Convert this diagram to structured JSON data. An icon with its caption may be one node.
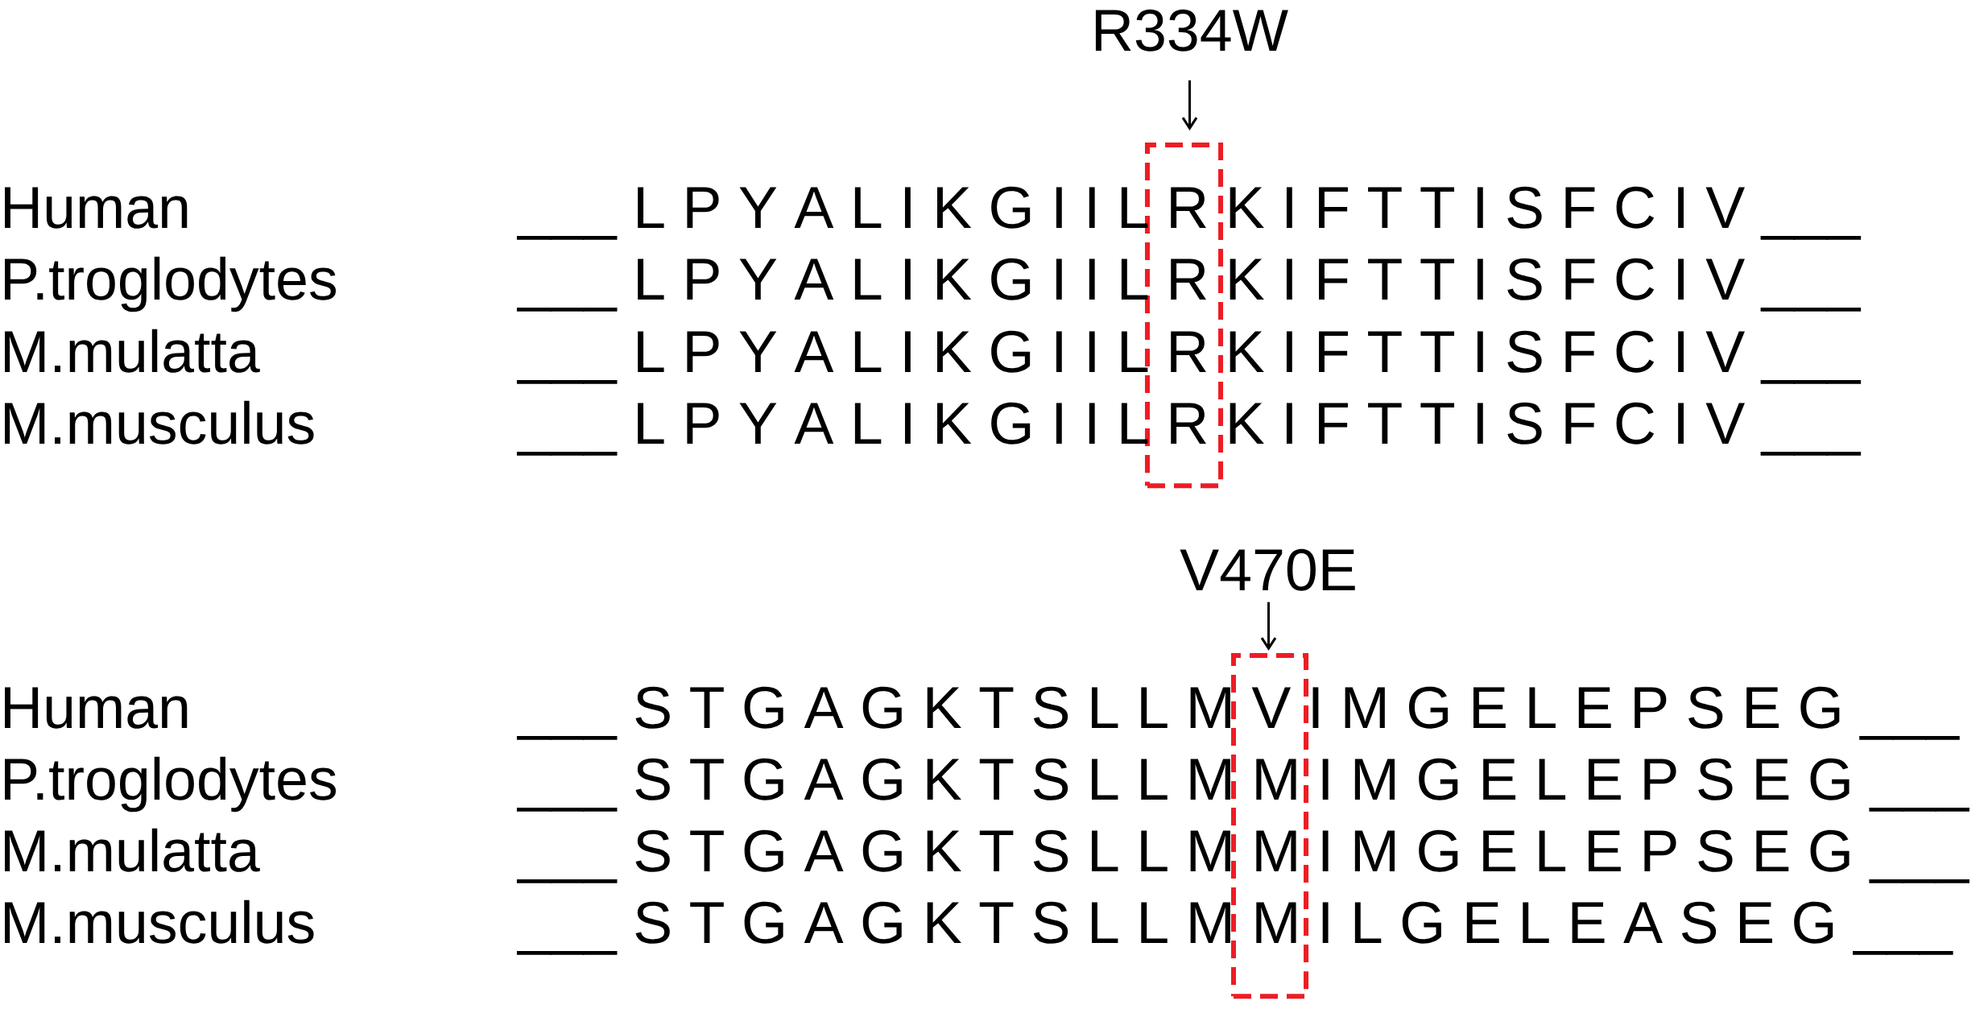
{
  "diagram": {
    "nodes": [
      {
        "text": [
          "R334W"
        ]
      },
      {
        "text": [],
        "shape": "box"
      },
      {
        "text": [
          "V470E"
        ]
      },
      {
        "text": [],
        "shape": "box"
      }
    ],
    "edges": [
      {
        "from": 0,
        "to": 1,
        "arrow": "to"
      },
      {
        "from": 2,
        "to": 3,
        "arrow": "to"
      }
    ],
    "labels": [
      "Human",
      "___",
      "L P Y A L I K G I I L R K I F T T I S F C I V",
      "___",
      "P.troglodytes",
      "___",
      "L P Y A L I K G I I L R K I F T T I S F C I V",
      "___",
      "M.mulatta",
      "___",
      "L P Y A L I K G I I L R K I F T T I S F C I V",
      "___",
      "M.musculus",
      "___",
      "L P Y A L I K G I I L R K I F T T I S F C I V",
      "___",
      "Human",
      "___",
      "S T G A G K T S L L M V I M G E L E P S E G",
      "___",
      "P.troglodytes",
      "___",
      "S T G A G K T S L L M M I M G E L E P S E G",
      "___",
      "M.mulatta",
      "___",
      "S T G A G K T S L L M M I M G E L E P S E G",
      "___",
      "M.musculus",
      "___",
      "S T G A G K T S L L M M I L G E L E A S E G",
      "___"
    ]
  }
}
